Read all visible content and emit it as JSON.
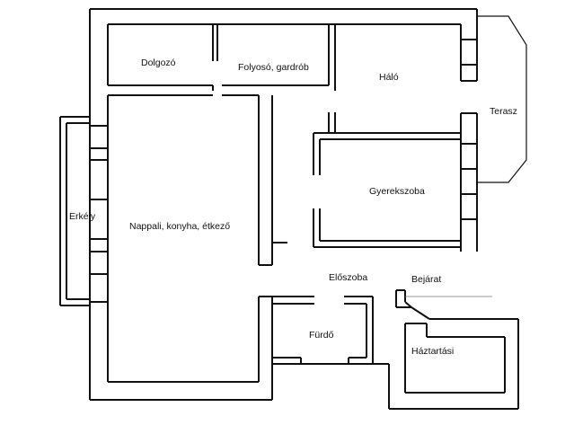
{
  "floorplan": {
    "rooms": {
      "dolgozo": "Dolgozó",
      "folyoso": "Folyosó, gardrób",
      "halo": "Háló",
      "terasz": "Terasz",
      "gyerekszoba": "Gyerekszoba",
      "erkely": "Erkély",
      "nappali": "Nappali, konyha, étkező",
      "eloszoba": "Előszoba",
      "bejarat": "Bejárat",
      "furdo": "Fürdő",
      "haztartasi": "Háztartási"
    }
  }
}
